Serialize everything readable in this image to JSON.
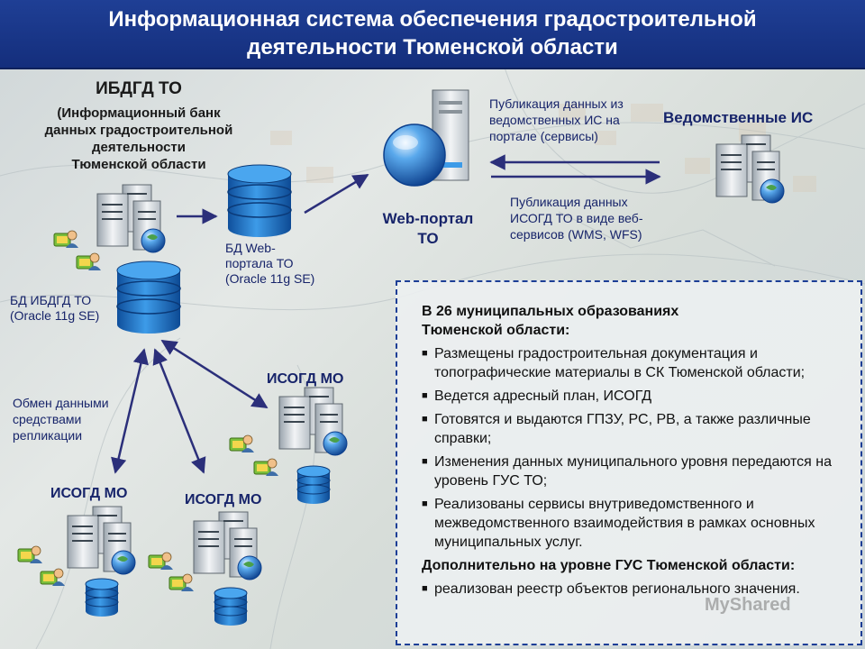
{
  "header": {
    "title_line1": "Информационная система обеспечения градостроительной",
    "title_line2": "деятельности Тюменской области"
  },
  "ibdgd": {
    "title": "ИБДГД ТО",
    "sub1": "(Информационный банк",
    "sub2": "данных градостроительной",
    "sub3": "деятельности",
    "sub4": "Тюменской области"
  },
  "db_ibdgd": {
    "line1": "БД ИБДГД ТО",
    "line2": "(Oracle 11g SE)"
  },
  "db_web": {
    "line1": "БД Web-",
    "line2": "портала ТО",
    "line3": "(Oracle 11g SE)"
  },
  "portal": {
    "line1": "Web-портал",
    "line2": "ТО"
  },
  "pub_from": {
    "line1": "Публикация данных из",
    "line2": "ведомственных ИС на",
    "line3": "портале (сервисы)"
  },
  "pub_to": {
    "line1": "Публикация данных",
    "line2": "ИСОГД ТО в виде веб-",
    "line3": "сервисов (WMS, WFS)"
  },
  "vedomstv": {
    "label": "Ведомственные ИС"
  },
  "exchange": {
    "line1": "Обмен данными",
    "line2": "средствами",
    "line3": "репликации"
  },
  "isogd": {
    "right": "ИСОГД МО",
    "left": "ИСОГД МО",
    "mid": "ИСОГД МО"
  },
  "panel": {
    "heading1": "В 26 муниципальных образованиях",
    "heading2": "Тюменской области:",
    "items": [
      "Размещены градостроительная документация и топографические материалы в СК Тюменской области;",
      "Ведется адресный план, ИСОГД",
      "Готовятся и выдаются ГПЗУ, РС, РВ, а также различные справки;",
      "Изменения данных муниципального уровня передаются на уровень ГУС ТО;",
      "Реализованы сервисы внутриведомственного и межведомственного взаимодействия в рамках основных муниципальных услуг."
    ],
    "heading3": "Дополнительно на уровне ГУС Тюменской области:",
    "items2": [
      "реализован реестр объектов регионального значения."
    ]
  },
  "watermark": "MyShared",
  "colors": {
    "header": "#1a3785",
    "arrow": "#2b2f7a",
    "db": "#1f77c9",
    "panel_border": "#1c3e96"
  },
  "icons": {
    "server": "server-icon",
    "database": "database-icon",
    "globe": "globe-icon",
    "user": "user-icon"
  }
}
